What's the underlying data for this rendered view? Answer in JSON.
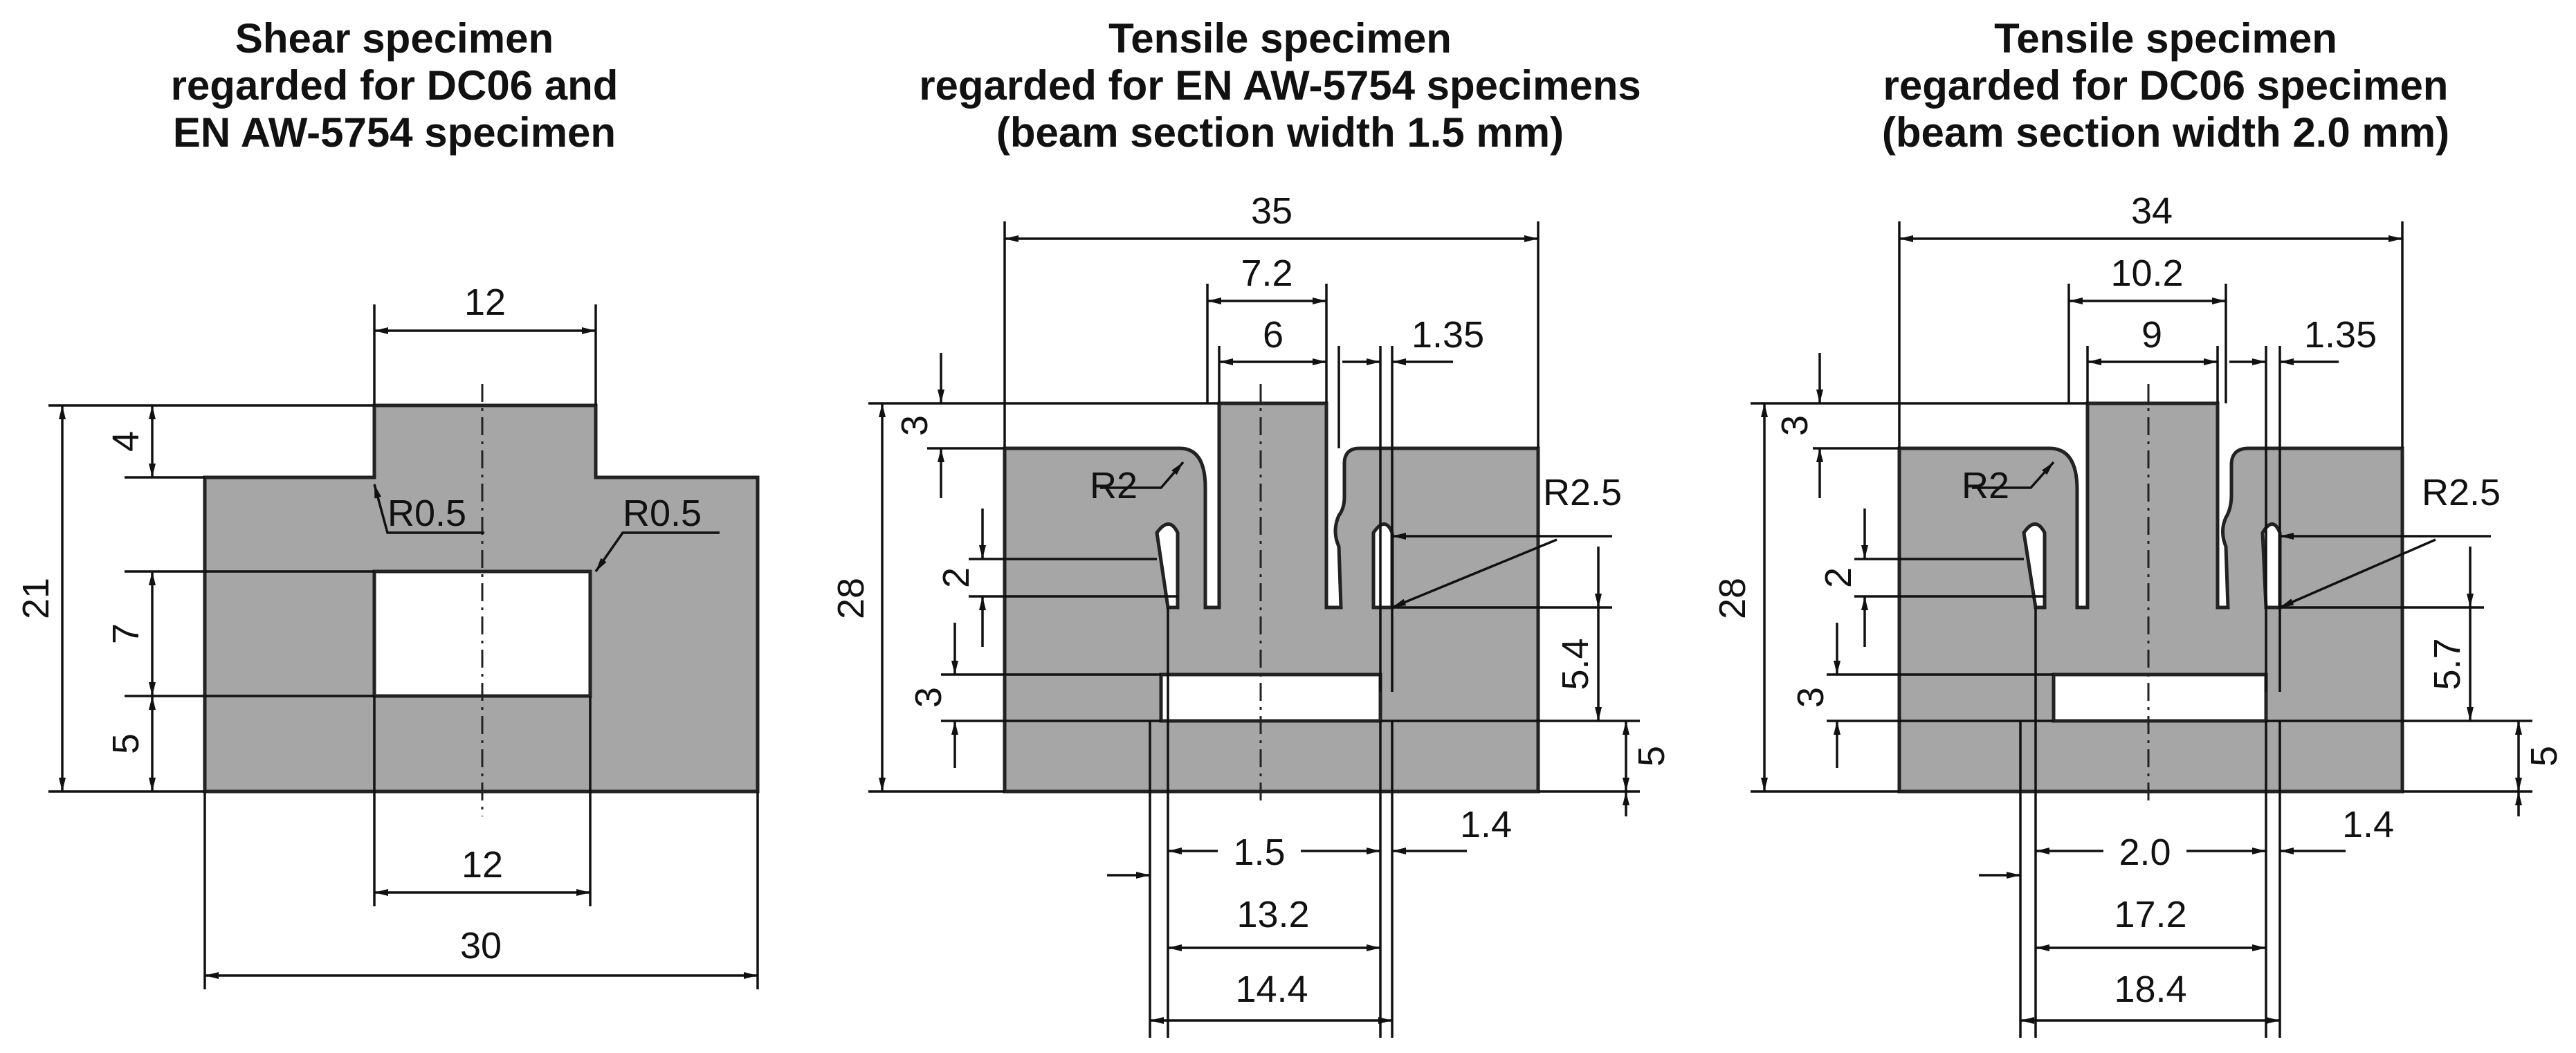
{
  "titles": {
    "shear": [
      "Shear specimen",
      "regarded for DC06 and",
      "EN AW-5754 specimen"
    ],
    "tensile_al": [
      "Tensile specimen",
      "regarded for EN AW-5754 specimens",
      "(beam section width 1.5 mm)"
    ],
    "tensile_dc": [
      "Tensile specimen",
      "regarded for DC06 specimen",
      "(beam section width 2.0 mm)"
    ]
  },
  "shear_dims": {
    "top_width": "12",
    "bottom_width": "12",
    "total_width": "30",
    "height_total": "21",
    "height_top": "4",
    "height_hole": "7",
    "height_bottom": "5",
    "radius_left": "R0.5",
    "radius_right": "R0.5"
  },
  "tensile_al_dims": {
    "total_width": "35",
    "outer_slot": "7.2",
    "inner": "6",
    "gap": "1.35",
    "height_total": "28",
    "h_top": "3",
    "h_notch": "2",
    "h_slot": "3",
    "h_right": "5.4",
    "h_bottom": "5",
    "r_left": "R2",
    "r_right": "R2.5",
    "beam": "1.5",
    "right_gap": "1.4",
    "w1": "13.2",
    "w2": "14.4"
  },
  "tensile_dc_dims": {
    "total_width": "34",
    "outer_slot": "10.2",
    "inner": "9",
    "gap": "1.35",
    "height_total": "28",
    "h_top": "3",
    "h_notch": "2",
    "h_slot": "3",
    "h_right": "5.7",
    "h_bottom": "5",
    "r_left": "R2",
    "r_right": "R2.5",
    "beam": "2.0",
    "right_gap": "1.4",
    "w1": "17.2",
    "w2": "18.4"
  },
  "colors": {
    "specimen_fill": "#a6a6a6",
    "line": "#111111",
    "background": "#ffffff"
  }
}
